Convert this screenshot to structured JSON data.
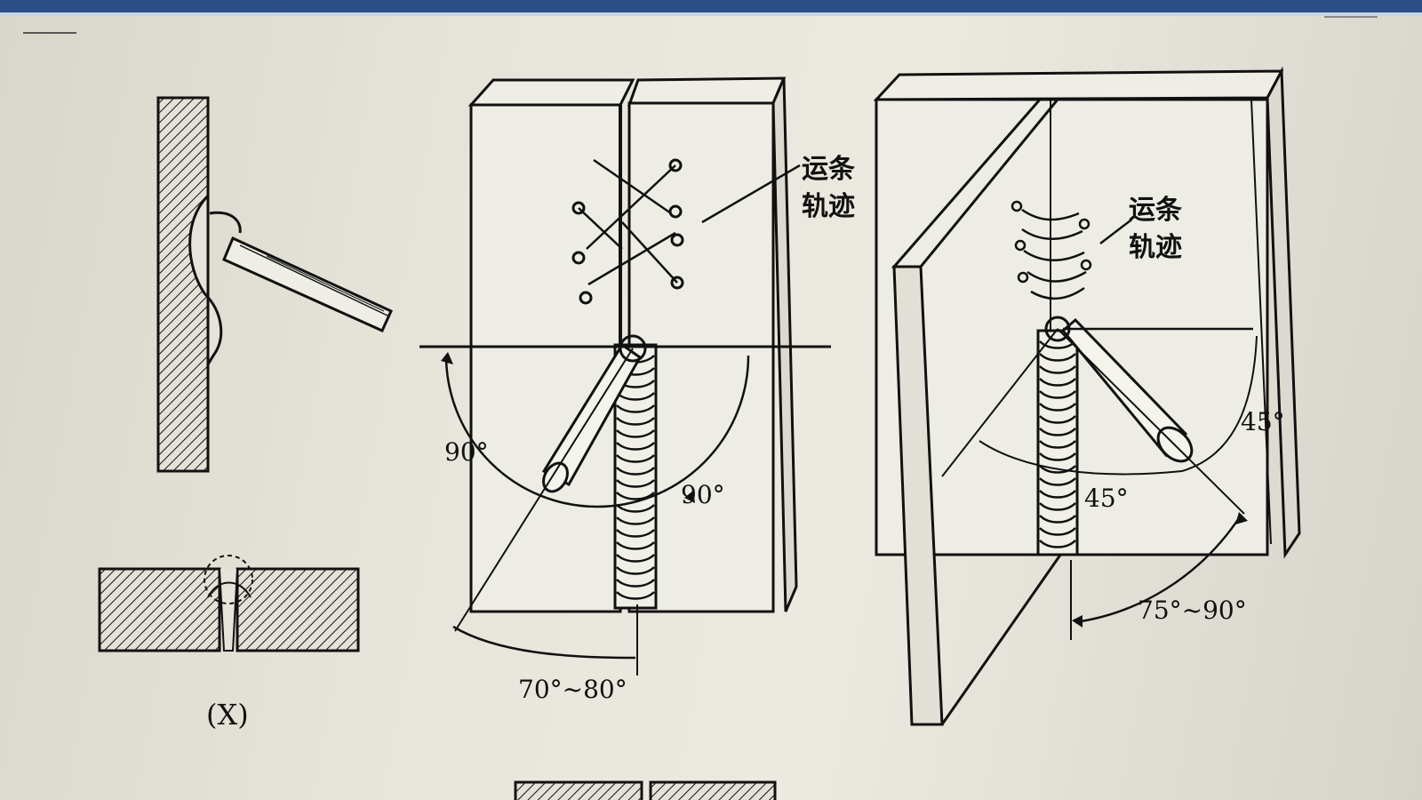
{
  "figure": {
    "left_caption": "(X)",
    "middle_panel": {
      "trajectory_label_line1": "运条",
      "trajectory_label_line2": "轨迹",
      "angle_left": "90°",
      "angle_right": "90°",
      "angle_bottom": "70°~80°"
    },
    "right_panel": {
      "trajectory_label_line1": "运条",
      "trajectory_label_line2": "轨迹",
      "angle_upper": "45°",
      "angle_lower": "45°",
      "angle_bottom": "75°~90°"
    }
  },
  "colors": {
    "titlebar": "#2a4f86",
    "ink": "#111111",
    "paper": "#e8e6dc"
  }
}
